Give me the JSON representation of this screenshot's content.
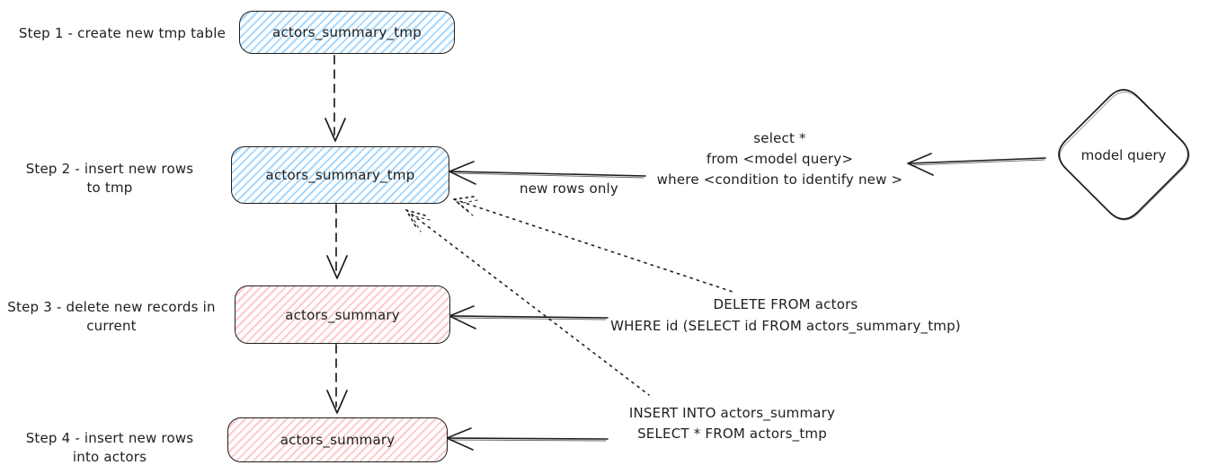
{
  "diagram": {
    "steps": [
      {
        "label_line1": "Step 1 - create new tmp table",
        "label_line2": "",
        "box": "actors_summary_tmp",
        "color": "blue"
      },
      {
        "label_line1": "Step 2 - insert new rows",
        "label_line2": "to tmp",
        "box": "actors_summary_tmp",
        "color": "blue"
      },
      {
        "label_line1": "Step 3 - delete new records in",
        "label_line2": "current",
        "box": "actors_summary",
        "color": "red"
      },
      {
        "label_line1": "Step 4 - insert new rows",
        "label_line2": "into actors",
        "box": "actors_summary",
        "color": "red"
      }
    ],
    "model_query": {
      "label": "model query"
    },
    "select_annotation": {
      "line1": "select *",
      "line2": "from <model query>",
      "line3": "where <condition to identify new >"
    },
    "new_rows_label": "new rows only",
    "delete_annotation": {
      "line1": "DELETE FROM actors",
      "line2": "WHERE id (SELECT id FROM actors_summary_tmp)"
    },
    "insert_annotation": {
      "line1": "INSERT INTO actors_summary",
      "line2": "SELECT * FROM actors_tmp"
    },
    "colors": {
      "blue_fill": "#a5d8ff",
      "red_fill": "#ffc9c9",
      "stroke": "#1e1e1e",
      "background": "#ffffff"
    }
  }
}
